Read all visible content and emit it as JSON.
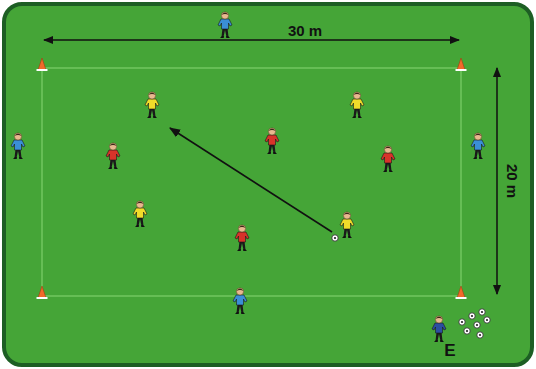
{
  "diagram": {
    "labels": [
      "30 m",
      "20 m",
      "E"
    ]
  }
}
